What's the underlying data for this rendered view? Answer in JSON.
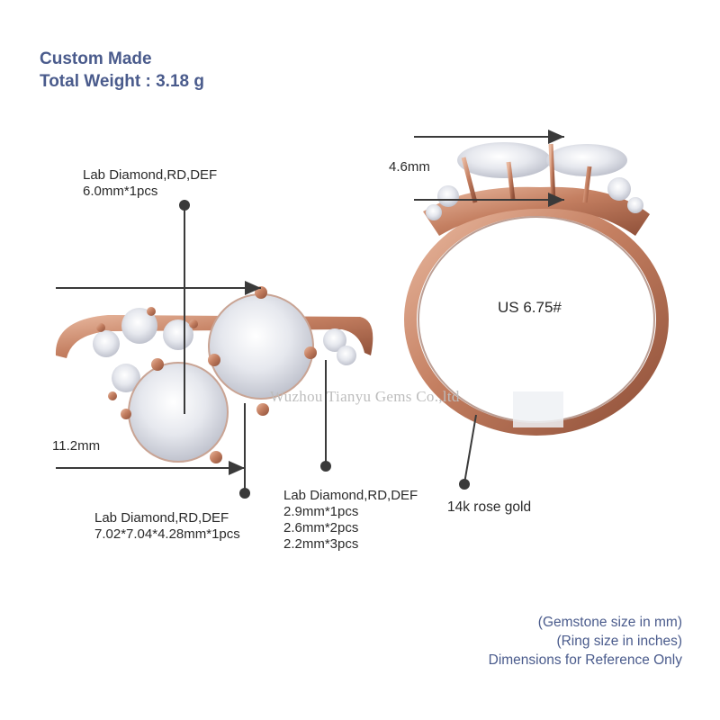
{
  "header": {
    "line1": "Custom Made",
    "line2": "Total Weight : 3.18 g"
  },
  "annotations": {
    "center_stone_top": {
      "name": "Lab Diamond,RD,DEF",
      "size": "6.0mm*1pcs"
    },
    "center_stone_bottom": {
      "name": "Lab Diamond,RD,DEF",
      "size": "7.02*7.04*4.28mm*1pcs"
    },
    "side_stones": {
      "name": "Lab Diamond,RD,DEF",
      "sizes": [
        "2.9mm*1pcs",
        "2.6mm*2pcs",
        "2.2mm*3pcs"
      ]
    },
    "metal": "14k rose gold",
    "width_dimension": "11.2mm",
    "height_dimension": "4.6mm",
    "ring_size": "US 6.75#"
  },
  "watermark": "Wuzhou Tianyu Gems Co.,ltd",
  "footer_notes": [
    "(Gemstone size in mm)",
    "(Ring size in inches)",
    "Dimensions for Reference Only"
  ],
  "colors": {
    "heading": "#4a5b8c",
    "rose_gold": "#c98a6e",
    "line": "#3a3a3a"
  }
}
